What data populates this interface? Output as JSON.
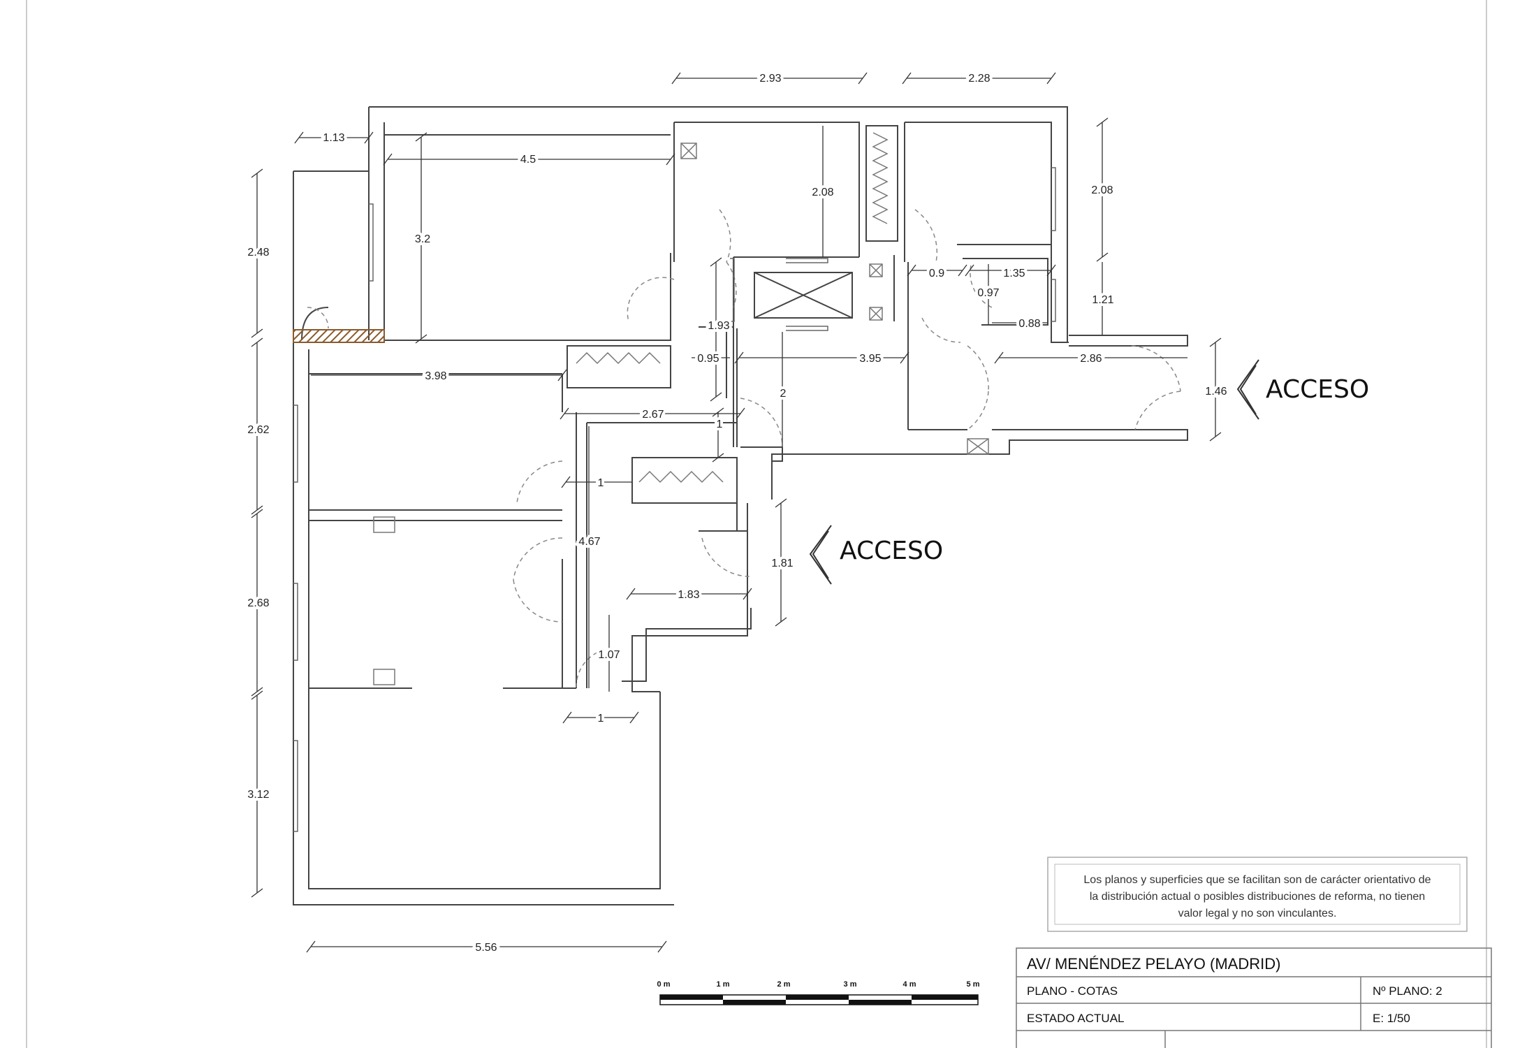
{
  "dimensions": {
    "d_2_93": "2.93",
    "d_2_28": "2.28",
    "d_1_13": "1.13",
    "d_4_5": "4.5",
    "d_2_08a": "2.08",
    "d_2_08b": "2.08",
    "d_2_48": "2.48",
    "d_3_2": "3.2",
    "d_0_9": "0.9",
    "d_1_35": "1.35",
    "d_0_97": "0.97",
    "d_1_21": "1.21",
    "d_0_88": "0.88",
    "d_1_93": "1.93",
    "d_0_95": "0.95",
    "d_3_95": "3.95",
    "d_2_86": "2.86",
    "d_1_46": "1.46",
    "d_3_98": "3.98",
    "d_2_62": "2.62",
    "d_2_67": "2.67",
    "d_2": "2",
    "d_1a": "1",
    "d_1b": "1",
    "d_4_67": "4.67",
    "d_1_81": "1.81",
    "d_1_83": "1.83",
    "d_2_68": "2.68",
    "d_1_07": "1.07",
    "d_1c": "1",
    "d_3_12": "3.12",
    "d_5_56": "5.56"
  },
  "access_labels": {
    "east": "ACCESO",
    "south": "ACCESO"
  },
  "disclaimer": {
    "line1": "Los planos y superficies que se facilitan son de carácter orientativo de",
    "line2": "la distribución actual o posibles distribuciones de reforma, no tienen",
    "line3": "valor legal y no son vinculantes."
  },
  "scale_bar": {
    "labels": [
      "0 m",
      "1 m",
      "2 m",
      "3 m",
      "4 m",
      "5 m"
    ]
  },
  "title_block": {
    "address": "AV/  MENÉNDEZ PELAYO   (MADRID)",
    "plan_type": "PLANO   -  COTAS",
    "plan_number": "Nº PLANO:  2",
    "state": "ESTADO  ACTUAL",
    "scale": "E: 1/50"
  }
}
